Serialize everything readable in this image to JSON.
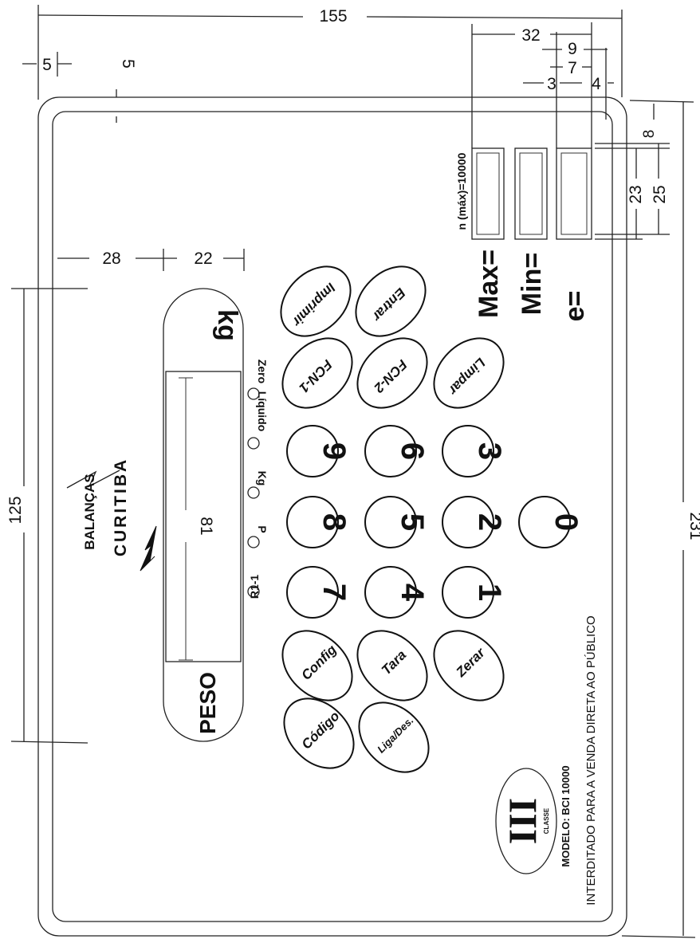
{
  "dimensions": {
    "width": "155",
    "height": "231",
    "margin_left": "5",
    "margin_top": "5",
    "display_offset": "28",
    "display_width": "22",
    "display_length": "125",
    "window_length": "81",
    "box_group": "32",
    "box_offset": "9",
    "box_gap": "7",
    "box_a": "3",
    "box_b": "4",
    "box_top": "8",
    "box_inner": "23",
    "box_outer": "25"
  },
  "display": {
    "peso_label": "PESO",
    "unit_label": "kg"
  },
  "indicators": [
    "R1-1",
    "P",
    "Kg",
    "Líquido",
    "Zero"
  ],
  "logo": {
    "line1": "BALANÇAS",
    "line2": "CURITIBA"
  },
  "keys": {
    "digits": [
      "7",
      "8",
      "9",
      "4",
      "5",
      "6",
      "1",
      "2",
      "3",
      "0"
    ],
    "functions": [
      "Código",
      "Config",
      "FCN-1",
      "Imprimir",
      "Liga/Des.",
      "Tara",
      "FCN-2",
      "Entrar",
      "Zerar",
      "Limpar"
    ]
  },
  "specs": {
    "n_max": "n (máx)=10000",
    "max_label": "Max=",
    "min_label": "Min=",
    "e_label": "e="
  },
  "footer": {
    "class_numeral": "III",
    "class_word": "CLASSE",
    "model": "MODELO: BCI 10000",
    "notice": "INTERDITADO PARA A VENDA DIRETA AO PÚBLICO"
  }
}
